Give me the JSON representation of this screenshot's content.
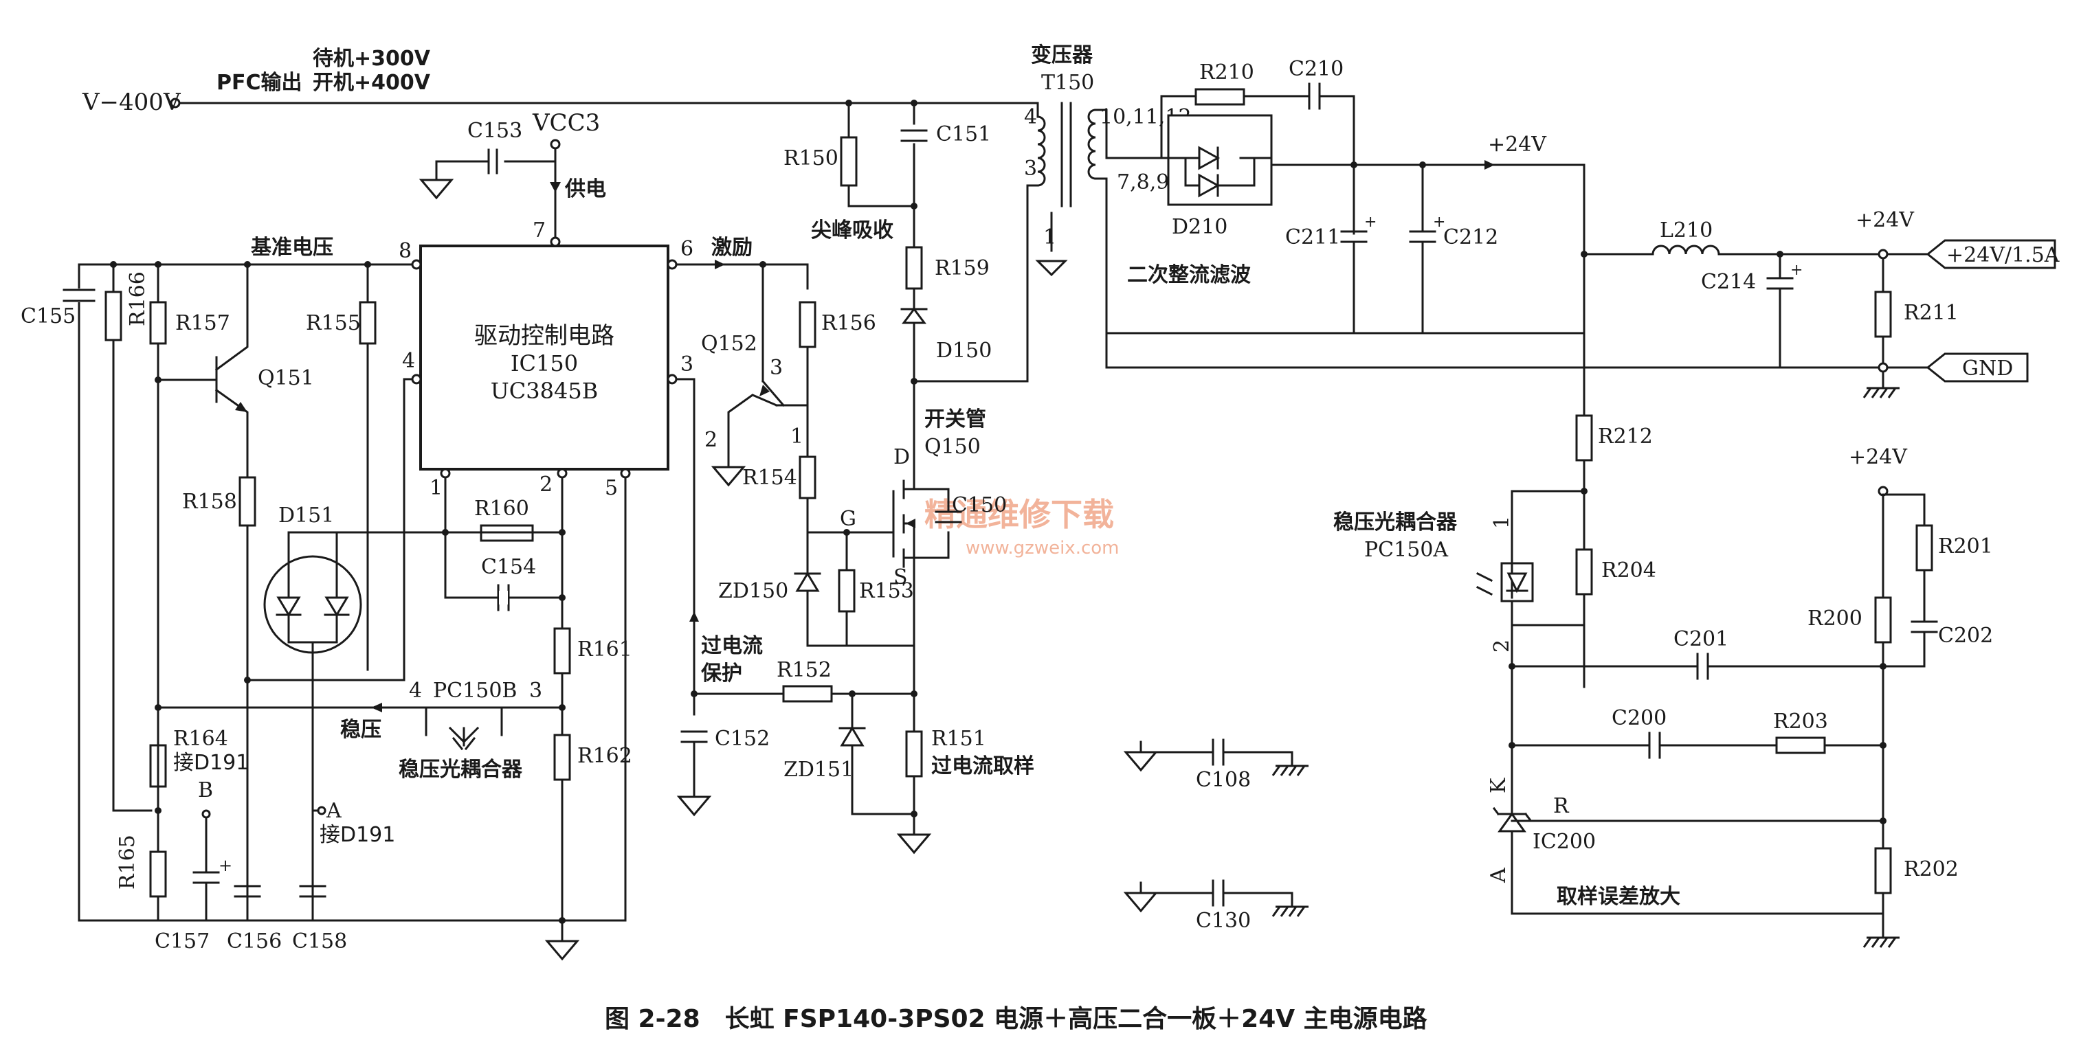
{
  "caption": "图 2-28　长虹 FSP140-3PS02 电源＋高压二合一板＋24V 主电源电路",
  "watermark": {
    "cn": "精通维修下载",
    "url": "www.gzweix.com"
  },
  "ic": {
    "title": "驱动控制电路",
    "ref": "IC150",
    "part": "UC3845B"
  },
  "notes": {
    "input": "V−400V",
    "pfc": "PFC输出",
    "standby": "待机+300V",
    "on": "开机+400V",
    "ref_voltage": "基准电压",
    "power_supply": "供电",
    "drive": "激励",
    "spike": "尖峰吸收",
    "transformer": "变压器",
    "rectify": "二次整流滤波",
    "stabilize": "稳压",
    "opto_b_name": "稳压光耦合器",
    "ocp": "过电流",
    "ocp2": "保护",
    "ocp_sample": "过电流取样",
    "switch_tube": "开关管",
    "opto_a_name": "稳压光耦合器",
    "error_amp": "取样误差放大",
    "to_d191_a": "接D191",
    "to_d191_b": "接D191"
  },
  "nets": {
    "vcc3": "VCC3",
    "v24_1": "+24V",
    "v24_2": "+24V",
    "v24_3": "+24V"
  },
  "connectors": {
    "out24": "+24V/1.5A",
    "gnd": "GND"
  },
  "components": {
    "c153": "C153",
    "c155": "C155",
    "r166": "R166",
    "r157": "R157",
    "q151": "Q151",
    "r155": "R155",
    "r158": "R158",
    "d151": "D151",
    "r160": "R160",
    "c154": "C154",
    "r161": "R161",
    "r162": "R162",
    "pc150b": "PC150B",
    "r164": "R164",
    "r165": "R165",
    "c157": "C157",
    "c156": "C156",
    "c158": "C158",
    "q152": "Q152",
    "r156": "R156",
    "r154": "R154",
    "c152": "C152",
    "r152": "R152",
    "zd151": "ZD151",
    "r151": "R151",
    "zd150": "ZD150",
    "r153": "R153",
    "q150": "Q150",
    "c150": "C150",
    "r150": "R150",
    "c151": "C151",
    "r159": "R159",
    "d150": "D150",
    "t150": "T150",
    "r210": "R210",
    "c210": "C210",
    "d210": "D210",
    "c211": "C211",
    "c212": "C212",
    "l210": "L210",
    "c214": "C214",
    "r211": "R211",
    "r212": "R212",
    "r204": "R204",
    "pc150a": "PC150A",
    "r201": "R201",
    "r200": "R200",
    "c202": "C202",
    "c201": "C201",
    "c200": "C200",
    "r203": "R203",
    "ic200": "IC200",
    "r202": "R202",
    "c108": "C108",
    "c130": "C130"
  },
  "pins": {
    "p7": "7",
    "p8": "8",
    "p6": "6",
    "p4": "4",
    "p3": "3",
    "p1": "1",
    "p2": "2",
    "p5": "5",
    "t4": "4",
    "t3": "3",
    "t1": "1",
    "t10": "10,11,12",
    "t7": "7,8,9",
    "q152_3": "3",
    "q152_2": "2",
    "q152_1": "1",
    "q150_d": "D",
    "q150_g": "G",
    "q150_s": "S",
    "opto_b_4": "4",
    "opto_b_3": "3",
    "opto_a_1": "1",
    "opto_a_2": "2",
    "ic200_k": "K",
    "ic200_r": "R",
    "ic200_a": "A",
    "pt_a": "A",
    "pt_b": "B"
  }
}
